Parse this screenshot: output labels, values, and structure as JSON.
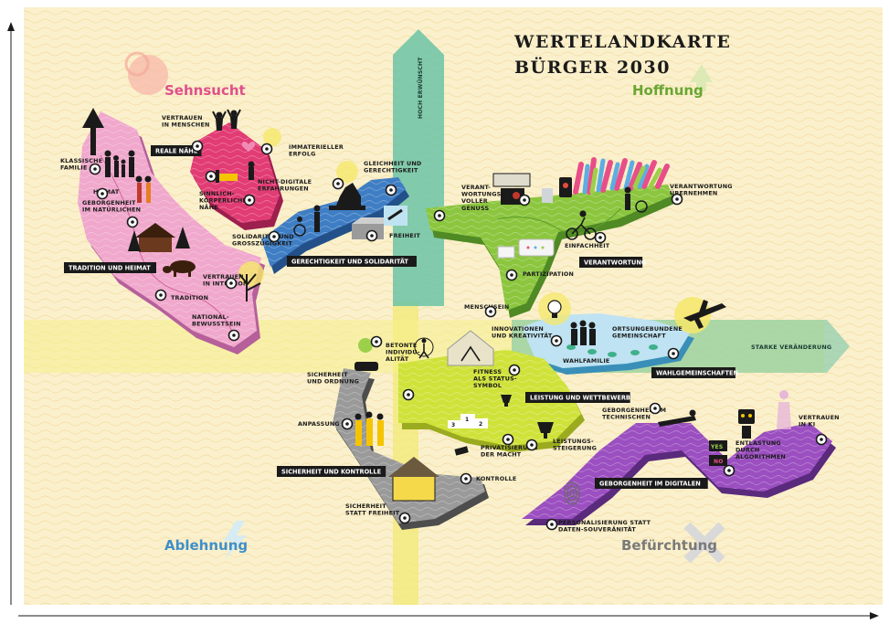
{
  "title": {
    "line1": "WERTELANDKARTE",
    "line2": "BÜRGER 2030"
  },
  "quadrants": {
    "top_left": "Sehnsucht",
    "top_right": "Hoffnung",
    "bottom_left": "Ablehnung",
    "bottom_right": "Befürchtung"
  },
  "axes": {
    "vertical": "HOCH ERWÜNSCHT",
    "horizontal": "STARKE VERÄNDERUNG"
  },
  "colors": {
    "background": "#fbf0cc",
    "pink": "#f0a8cc",
    "magenta": "#e23c74",
    "blue": "#3f7ec4",
    "green": "#8cc63f",
    "teal_arrow": "#6cc3a6",
    "yellow_band": "#f5f08a",
    "lime": "#cfe23a",
    "gray": "#8c8c8c",
    "purple": "#9b4fc0",
    "light_blue": "#bfe3f2"
  },
  "tags": {
    "reale_naehe": "REALE NÄHE",
    "tradition_heimat": "TRADITION UND HEIMAT",
    "gerechtigkeit": "GERECHTIGKEIT UND SOLIDARITÄT",
    "verantwortung": "VERANTWORTUNG",
    "wahlgemeinschaften": "WAHLGEMEINSCHAFTEN",
    "leistung": "LEISTUNG UND WETTBEWERB",
    "sicherheit": "SICHERHEIT UND KONTROLLE",
    "digital": "GEBORGENHEIT IM DIGITALEN"
  },
  "labels": {
    "klassische_familie": [
      "KLASSISCHE",
      "FAMILIE"
    ],
    "heimat": [
      "HEIMAT"
    ],
    "geborgenheit_natur": [
      "GEBORGENHEIT",
      "IM NATÜRLICHEN"
    ],
    "tradition": [
      "TRADITION"
    ],
    "vertrauen_intuition": [
      "VERTRAUEN",
      "IN INTUITION"
    ],
    "nationalbewusstsein": [
      "NATIONAL-",
      "BEWUSSTSEIN"
    ],
    "vertrauen_menschen": [
      "VERTRAUEN",
      "IN MENSCHEN"
    ],
    "immaterieller_erfolg": [
      "IMMATERIELLER",
      "ERFOLG"
    ],
    "sinnlich": [
      "SINNLICH-",
      "KÖRPERLICHE",
      "NÄHE"
    ],
    "nicht_digitale": [
      "NICHT-DIGITALE",
      "ERFAHRUNGEN"
    ],
    "gleichheit": [
      "GLEICHHEIT UND",
      "GERECHTIGKEIT"
    ],
    "solidaritaet": [
      "SOLIDARITÄT UND",
      "GROSSZÜGIGKEIT"
    ],
    "freiheit": [
      "FREIHEIT"
    ],
    "verantwortungsvoller": [
      "VERANT-",
      "WORTUNGS-",
      "VOLLER",
      "GENUSS"
    ],
    "verantwortung_uebernehmen": [
      "VERANTWORTUNG",
      "ÜBERNEHMEN"
    ],
    "einfachheit": [
      "EINFACHHEIT"
    ],
    "partizipation": [
      "PARTIZIPATION"
    ],
    "menschsein": [
      "MENSCHSEIN"
    ],
    "innovationen": [
      "INNOVATIONEN",
      "UND KREATIVITÄT"
    ],
    "ortsungebunden": [
      "ORTSUNGEBUNDENE",
      "GEMEINSCHAFT"
    ],
    "wahlfamilie": [
      "WAHLFAMILIE"
    ],
    "sicherheit_ordnung": [
      "SICHERHEIT",
      "UND ORDNUNG"
    ],
    "betonte": [
      "BETONTE",
      "INDIVIDU-",
      "ALITÄT"
    ],
    "fitness": [
      "FITNESS",
      "ALS STATUS-",
      "SYMBOL"
    ],
    "anpassung": [
      "ANPASSUNG"
    ],
    "leistungssteigerung": [
      "LEISTUNGS-",
      "STEIGERUNG"
    ],
    "privatisierung": [
      "PRIVATISIERUNG",
      "DER MACHT"
    ],
    "kontrolle": [
      "KONTROLLE"
    ],
    "sicherheit_statt": [
      "SICHERHEIT",
      "STATT FREIHEIT"
    ],
    "geborgenheit_technischen": [
      "GEBORGENHEIT IM",
      "TECHNISCHEN"
    ],
    "vertrauen_ki": [
      "VERTRAUEN",
      "IN KI"
    ],
    "entlastung": [
      "ENTLASTUNG",
      "DURCH",
      "ALGORITHMEN"
    ],
    "personalisierung": [
      "PERSONALISIERUNG STATT",
      "DATEN-SOUVERÄNITÄT"
    ]
  },
  "podium": [
    "3",
    "1",
    "2"
  ],
  "screen": [
    "YES",
    "NO"
  ]
}
